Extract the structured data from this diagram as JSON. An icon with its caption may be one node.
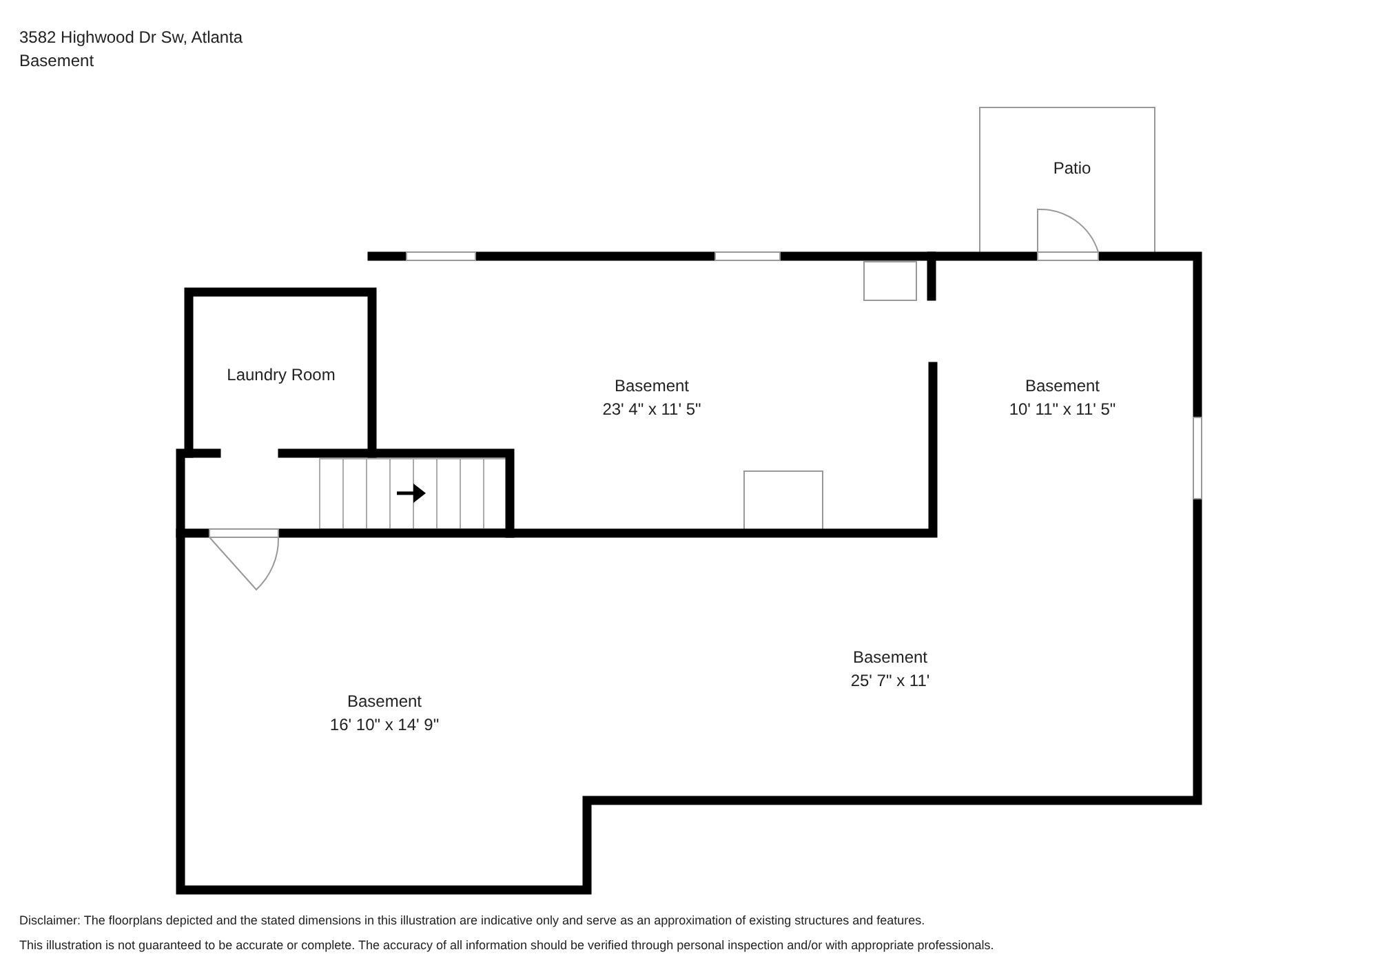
{
  "diagram": {
    "title": "3582 Highwood Dr Sw, Atlanta",
    "nodes": [
      {
        "text": [
          "Patio"
        ]
      },
      {
        "text": [
          "Laundry Room"
        ]
      },
      {
        "text": [
          "Basement",
          "23' 4\" x 11' 5\""
        ]
      },
      {
        "text": [
          "Basement",
          "10' 11\" x 11' 5\""
        ]
      },
      {
        "text": [
          "Basement",
          "25' 7\" x 11'"
        ]
      },
      {
        "text": [
          "Basement",
          "16' 10\" x 14' 9\""
        ]
      }
    ],
    "labels": [
      "Basement",
      "Disclaimer: The floorplans depicted and the stated dimensions in this illustration are indicative only and serve as an approximation of existing structures and features.",
      "This illustration is not guaranteed to be accurate or complete. The accuracy of all information should be verified through personal inspection and/or with appropriate professionals."
    ]
  }
}
